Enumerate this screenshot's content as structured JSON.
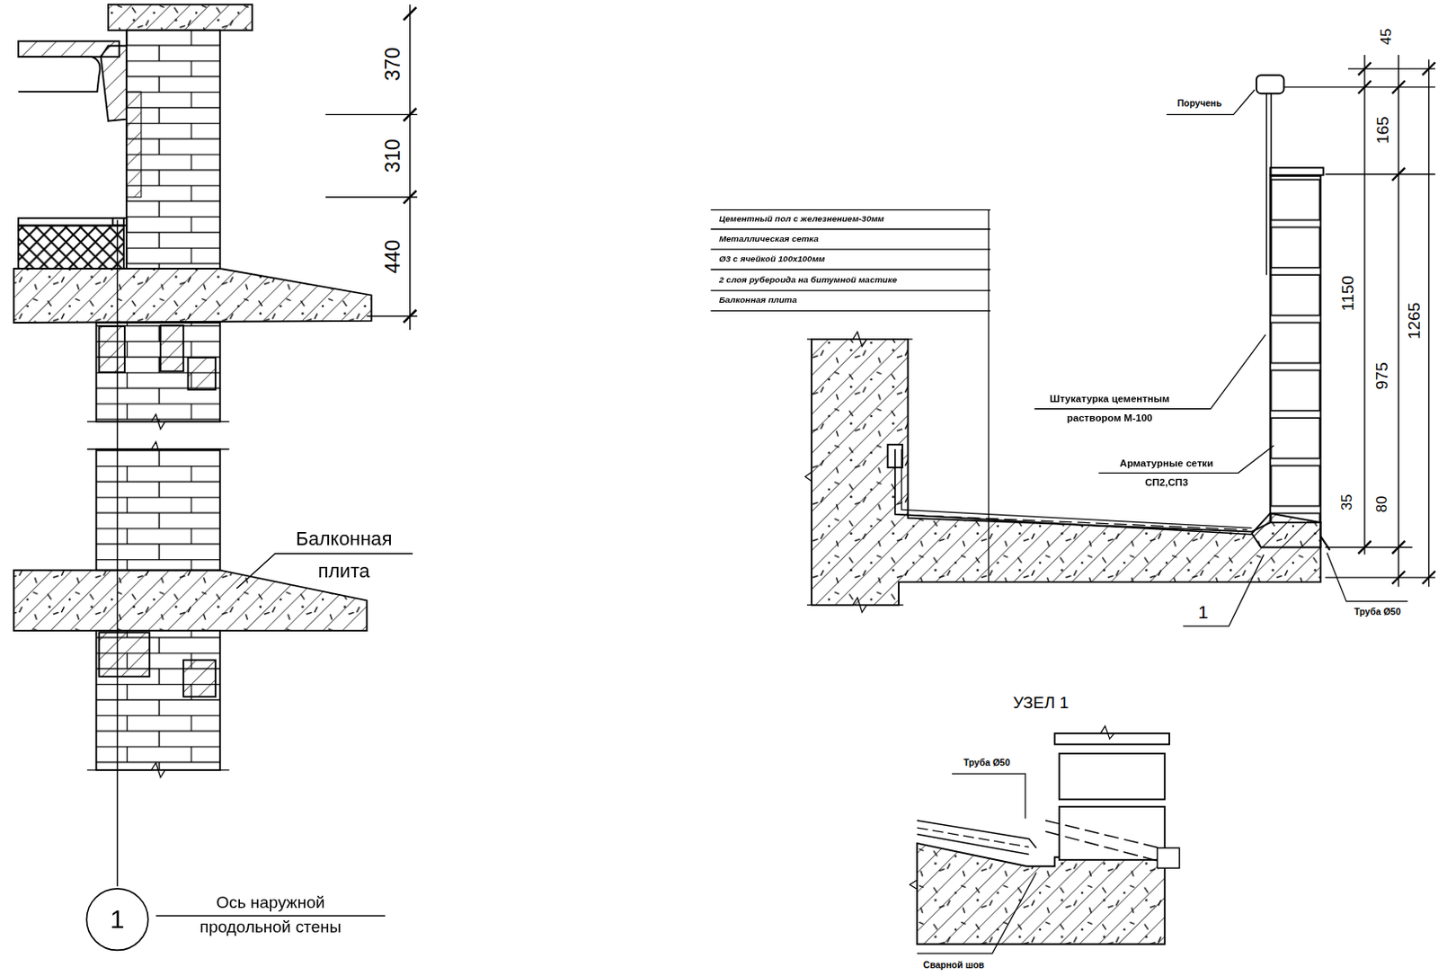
{
  "diagram": {
    "nodes": [
      {
        "text": [
          "1"
        ]
      }
    ],
    "labels": [
      "370",
      "310",
      "440",
      "Балконная плита",
      "Ось наружной продольной стены",
      "Поручень",
      "Цементный пол с железнением-30мм",
      "Металлическая сетка",
      "Ø3 с ячейкой 100х100мм",
      "2 слоя рубероида на битумной мастике",
      "Балконная плита",
      "Штукатурка цементным раствором М-100",
      "Арматурные сетки СП2,СП3",
      "45",
      "165",
      "1150",
      "975",
      "1265",
      "35",
      "80",
      "Труба Ø50",
      "1",
      "УЗЕЛ 1",
      "Труба Ø50",
      "Сварной шов"
    ]
  }
}
